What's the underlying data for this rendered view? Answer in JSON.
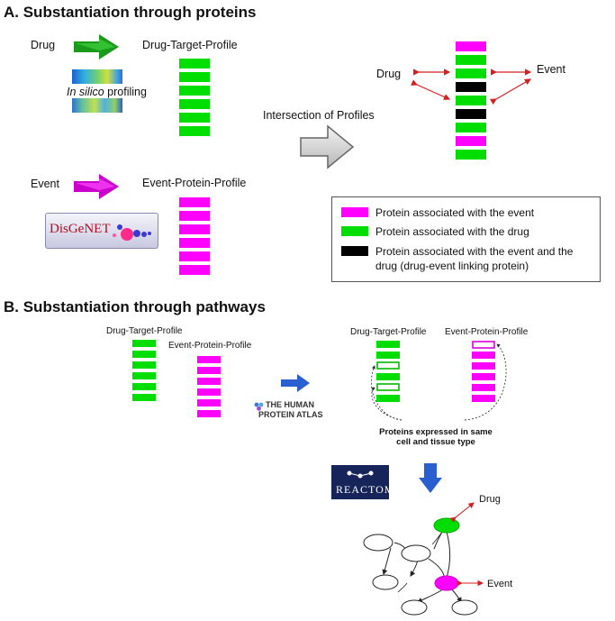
{
  "section_a": {
    "title": "A. Substantiation through proteins",
    "drug_label": "Drug",
    "drug_target_profile_label": "Drug-Target-Profile",
    "in_silico_label": "In silico",
    "profiling_label": " profiling",
    "event_label": "Event",
    "event_protein_profile_label": "Event-Protein-Profile",
    "disgenet_logo_text": "DisGeNET",
    "intersection_label": "Intersection of Profiles",
    "combined_drug_label": "Drug",
    "combined_event_label": "Event",
    "legend": [
      {
        "color": "#ff00ff",
        "text": "Protein associated with the event"
      },
      {
        "color": "#00dd00",
        "text": "Protein associated with the drug"
      },
      {
        "color": "#000000",
        "text": "Protein associated with the event and the drug (drug-event linking protein)"
      }
    ]
  },
  "section_b": {
    "title": "B. Substantiation through pathways",
    "drug_target_profile_label": "Drug-Target-Profile",
    "event_protein_profile_label": "Event-Protein-Profile",
    "hpa_logo_line1": "THE HUMAN",
    "hpa_logo_line2": "PROTEIN ATLAS",
    "right_drug_target_profile_label": "Drug-Target-Profile",
    "right_event_protein_profile_label": "Event-Protein-Profile",
    "expressed_line1": "Proteins expressed in same",
    "expressed_line2": "cell and tissue type",
    "reactome_logo_text": "REACTOME",
    "network_drug_label": "Drug",
    "network_event_label": "Event"
  },
  "colors": {
    "green": "#00dd00",
    "magenta": "#ff00ff",
    "black": "#000000",
    "arrow_green": "#22aa22",
    "arrow_magenta": "#dd00dd",
    "arrow_blue": "#2a5fcf",
    "red_arrow": "#d42020"
  },
  "icons": {
    "drug_arrow": "green-arrow-icon",
    "event_arrow": "magenta-arrow-icon",
    "intersection_arrow": "gray-arrow-icon",
    "hpa_arrow": "blue-arrow-icon",
    "reactome_arrow": "blue-down-arrow-icon"
  }
}
